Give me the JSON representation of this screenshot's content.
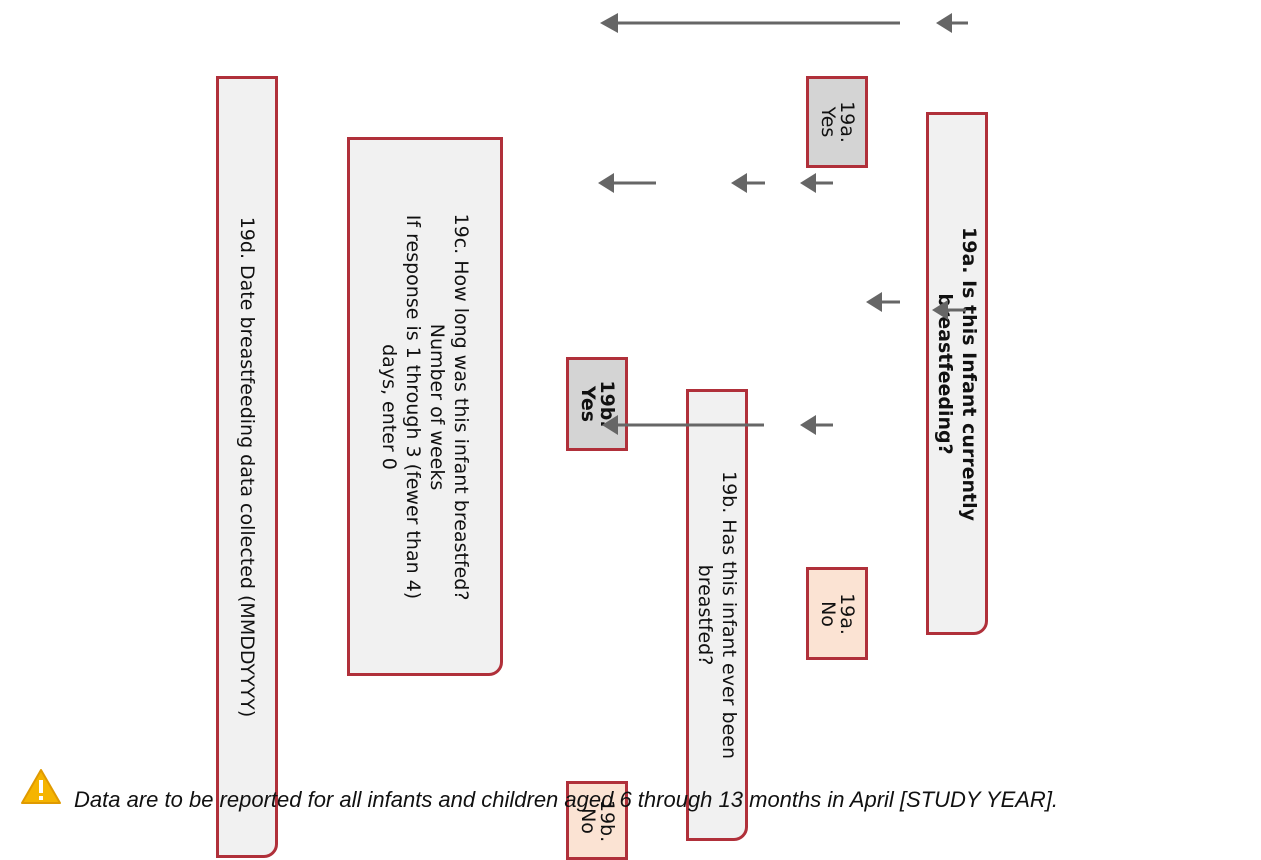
{
  "boxes": {
    "q19a": {
      "text": "19a. Is this Infant currently breastfeeding?",
      "lines": [
        "19a. Is this Infant currently",
        "breastfeeding?"
      ]
    },
    "q19b": {
      "text": "19b. Has this infant ever been breastfed?",
      "lines": [
        "19b. Has this infant ever been",
        "breastfed?"
      ]
    },
    "q19c": {
      "text": "19c. How long was this infant breastfed? Number of weeks If response is 1 through 3 (fewer than 4) days, enter 0",
      "lines": [
        "19c. How long was this infant breastfed?",
        "Number of weeks",
        "If response is 1 through 3 (fewer than 4)",
        "days, enter 0"
      ]
    },
    "q19d": {
      "text": "19d. Date breastfeeding data collected (MMDDYYYY)"
    },
    "a19a_yes": {
      "lines": [
        "19a.",
        "Yes"
      ]
    },
    "a19a_no": {
      "lines": [
        "19a.",
        "No"
      ]
    },
    "a19b_yes": {
      "lines": [
        "19b.",
        "Yes"
      ]
    },
    "a19b_no": {
      "lines": [
        "19b.",
        "No"
      ]
    }
  },
  "note": {
    "icon": "warning-icon",
    "text": "Data are to be reported for all infants and children aged 6 through 13 months in April [STUDY YEAR]."
  },
  "colors": {
    "border": "#b0303a",
    "question_fill": "#f1f1f1",
    "yes_fill": "#d4d4d4",
    "no_fill": "#fbe3d3",
    "arrow": "#666666",
    "warning": "#f5b400"
  }
}
